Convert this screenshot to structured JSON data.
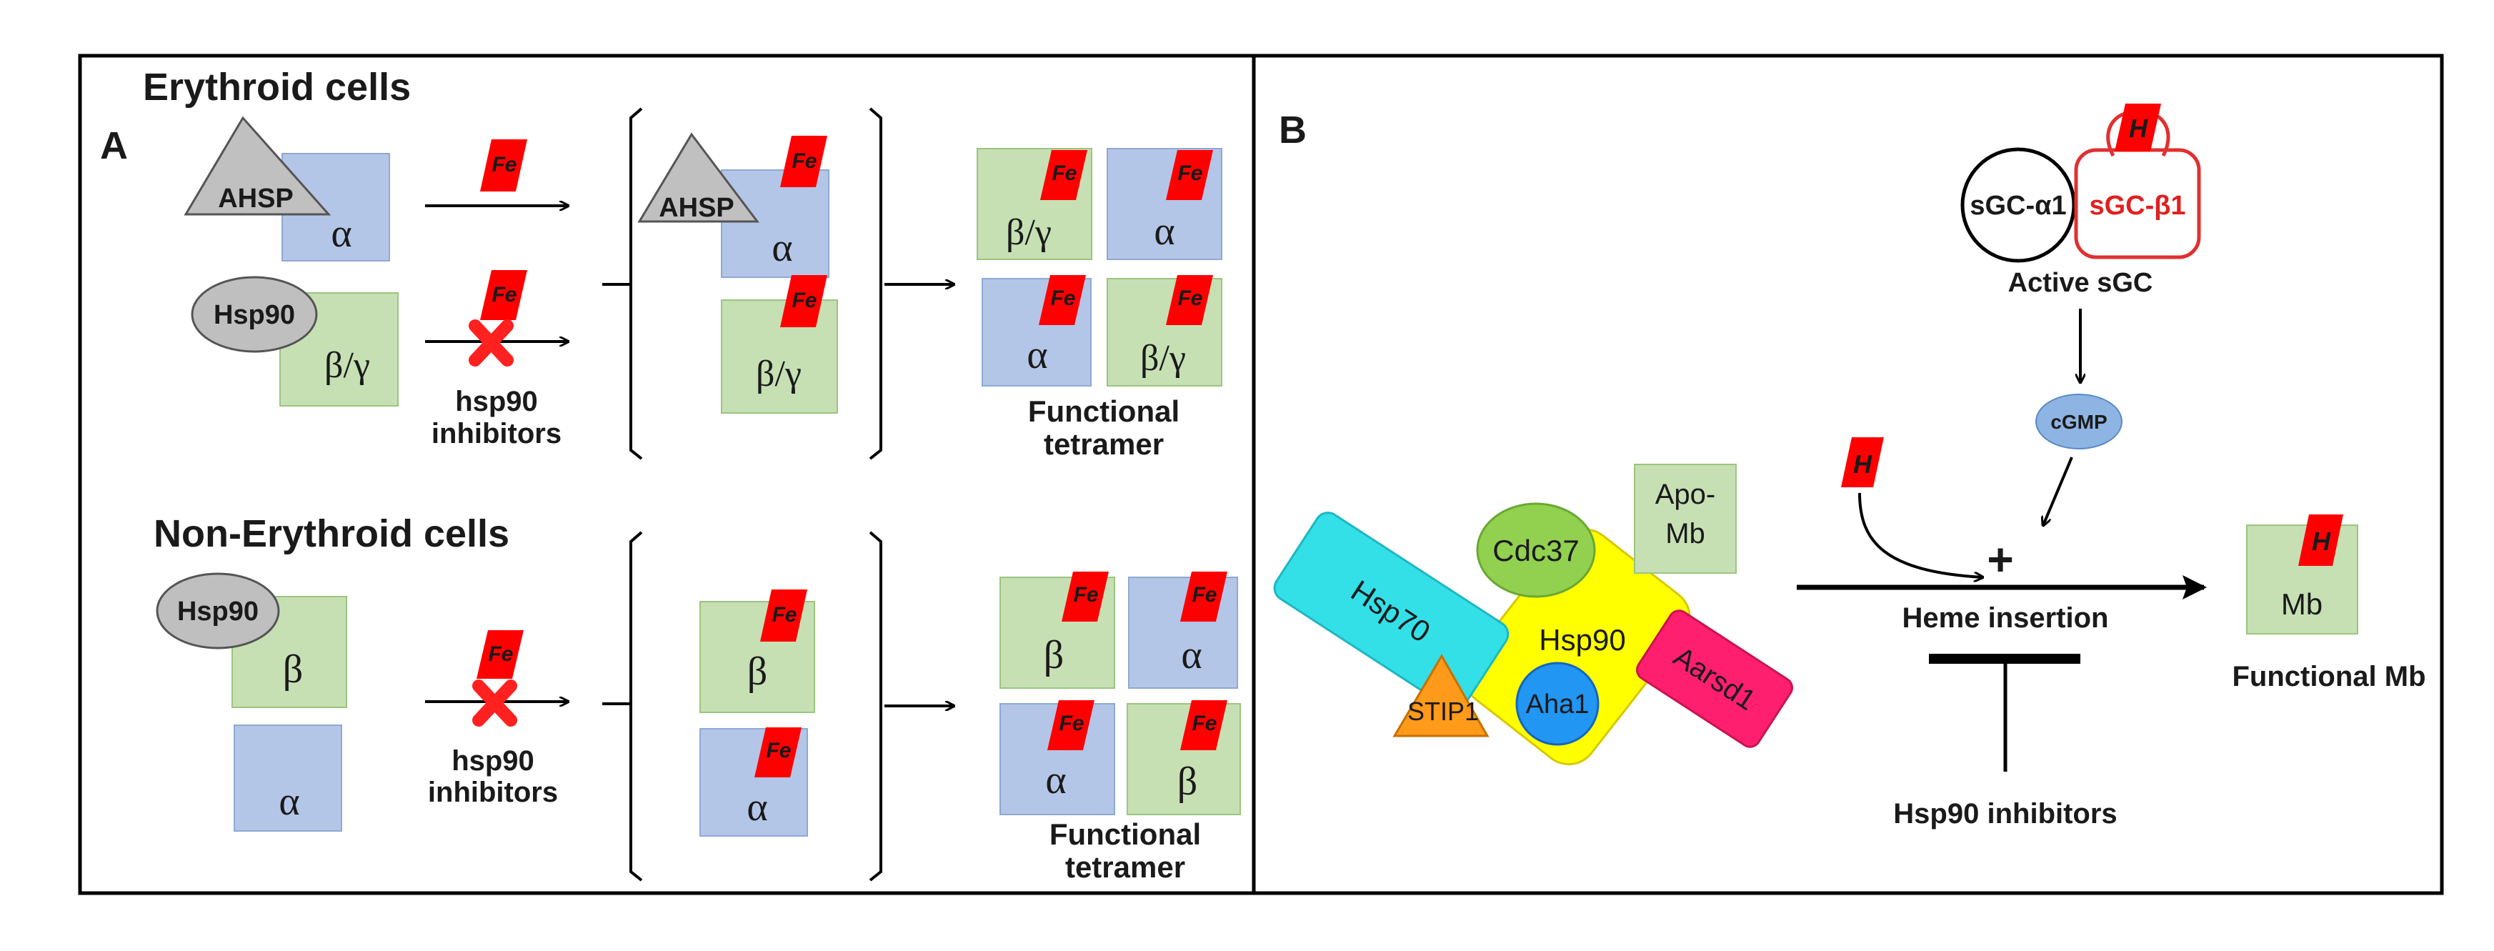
{
  "panelA": {
    "letter": "A",
    "erythroid": {
      "title": "Erythroid cells",
      "ahsp": "AHSP",
      "alpha": "α",
      "hsp90": "Hsp90",
      "beta_gamma": "β/γ",
      "fe": "Fe",
      "inhibitors": [
        "hsp90",
        "inhibitors"
      ],
      "complex_ahsp": "AHSP",
      "complex_alpha": "α",
      "complex_beta_gamma": "β/γ",
      "tetramer": [
        "β/γ",
        "α",
        "α",
        "β/γ"
      ],
      "result": [
        "Functional",
        "tetramer"
      ]
    },
    "nonErythroid": {
      "title": "Non-Erythroid cells",
      "hsp90": "Hsp90",
      "beta": "β",
      "alpha": "α",
      "fe": "Fe",
      "inhibitors": [
        "hsp90",
        "inhibitors"
      ],
      "complex_beta": "β",
      "complex_alpha": "α",
      "tetramer": [
        "β",
        "α",
        "α",
        "β"
      ],
      "result": [
        "Functional",
        "tetramer"
      ]
    }
  },
  "panelB": {
    "letter": "B",
    "sgc_alpha": "sGC-α1",
    "sgc_beta": "sGC-β1",
    "heme": "H",
    "active_sgc": "Active sGC",
    "cgmp": "cGMP",
    "hsp70": "Hsp70",
    "cdc37": "Cdc37",
    "apo_mb": [
      "Apo-",
      "Mb"
    ],
    "hsp90": "Hsp90",
    "aarsd1": "Aarsd1",
    "stip1": "STIP1",
    "aha1": "Aha1",
    "plus": "+",
    "heme_insertion": "Heme insertion",
    "mb": "Mb",
    "functional_mb": "Functional Mb",
    "inhibitors": "Hsp90 inhibitors"
  },
  "colors": {
    "alpha_fill": "#b4c6e7",
    "beta_fill": "#c6e0b4",
    "heme_red": "#ff0000",
    "hsp90_grey": "#bfbfbf",
    "ahsp_grey": "#c0c0c0",
    "hsp70_cyan": "#33e0e8",
    "cdc37_green": "#92d050",
    "hsp90_yellow": "#ffff00",
    "aarsd1_pink": "#ff1f6e",
    "stip1_orange": "#ff9a1a",
    "aha1_blue": "#2196f3",
    "cgmp_blue": "#8db4e2",
    "sgc_beta_red": "#e03030"
  }
}
